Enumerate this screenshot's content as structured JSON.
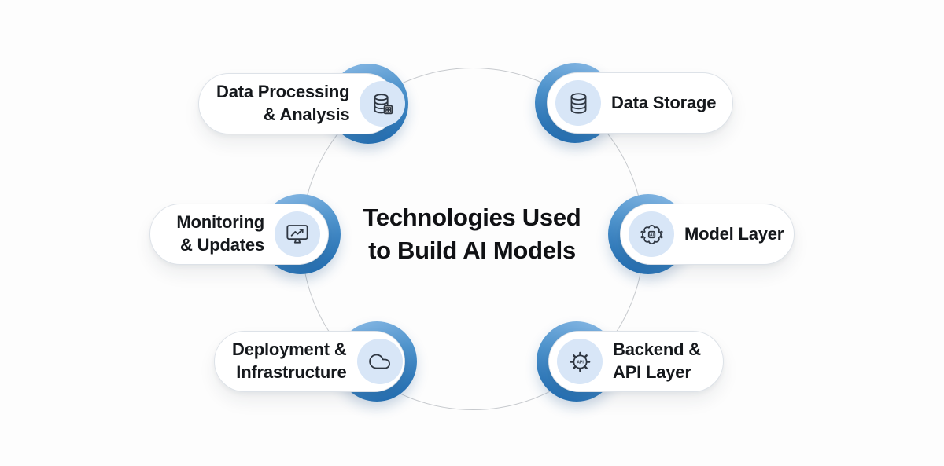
{
  "title": {
    "text": "Technologies Used\nto Build AI Models",
    "color": "#101114"
  },
  "palette": {
    "background": "#fdfdfd",
    "guide_circle": "#c6c9cd",
    "ring_gradient_light": "#8cbbe6",
    "ring_gradient_dark": "#1b67ad",
    "icon_badge_bg": "#d8e6f7",
    "icon_stroke": "#2f3742",
    "pill_bg": "#ffffff",
    "pill_border": "#dde2e8",
    "label_color": "#15181c"
  },
  "nodes": [
    {
      "label": "Data Processing\n& Analysis",
      "icon": "database-chip-icon",
      "icon_side": "right",
      "position": "top-left"
    },
    {
      "label": "Data Storage",
      "icon": "database-icon",
      "icon_side": "left",
      "position": "top-right"
    },
    {
      "label": "Monitoring\n& Updates",
      "icon": "monitor-chart-icon",
      "icon_side": "right",
      "position": "middle-left"
    },
    {
      "label": "Model Layer",
      "icon": "ai-chip-icon",
      "icon_side": "left",
      "position": "middle-right"
    },
    {
      "label": "Deployment &\nInfrastructure",
      "icon": "cloud-icon",
      "icon_side": "right",
      "position": "bottom-left"
    },
    {
      "label": "Backend &\nAPI Layer",
      "icon": "api-gear-icon",
      "icon_side": "left",
      "position": "bottom-right"
    }
  ]
}
